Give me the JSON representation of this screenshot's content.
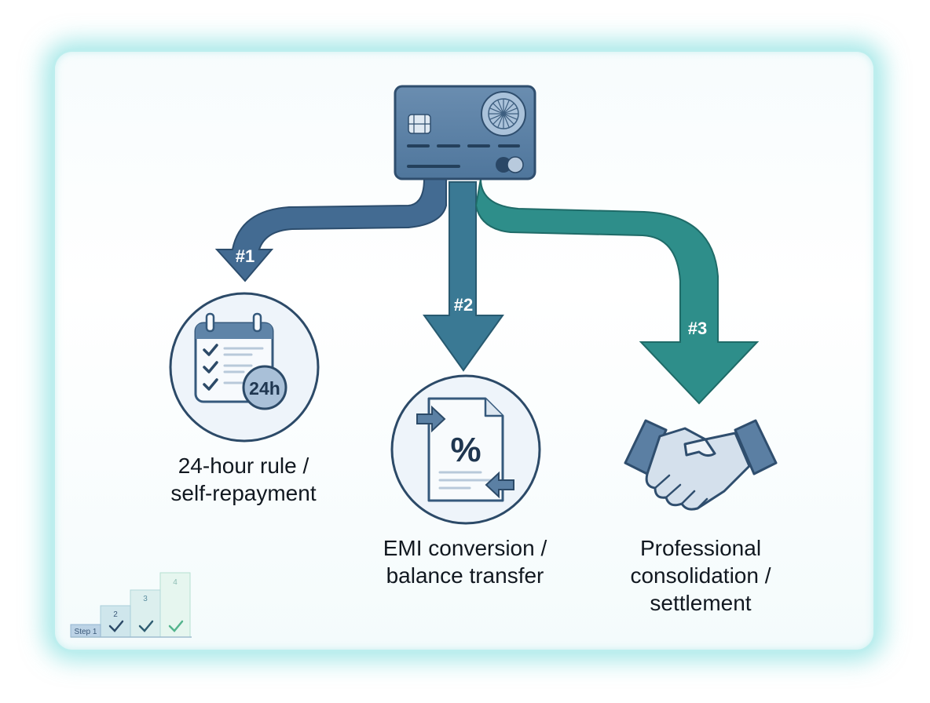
{
  "steps": [
    {
      "number": "#1",
      "label_line1": "24-hour rule /",
      "label_line2": "self-repayment",
      "badge": "24h",
      "icon": "calendar-checklist-icon"
    },
    {
      "number": "#2",
      "label_line1": "EMI conversion /",
      "label_line2": "balance transfer",
      "badge": "%",
      "icon": "percent-document-icon"
    },
    {
      "number": "#3",
      "label_line1": "Professional",
      "label_line2": "consolidation /",
      "label_line3": "settlement",
      "icon": "handshake-icon"
    }
  ],
  "source_icon": "credit-card-icon",
  "staircase": {
    "step1": "Step 1",
    "step2": "2",
    "step3": "3",
    "step4": "4"
  },
  "colors": {
    "arrow_left": "#3f6e96",
    "arrow_mid": "#3a7b97",
    "arrow_right": "#2f8f8e",
    "icon_fill": "#5a7fa3",
    "icon_stroke": "#2f4e6e",
    "circle_bg": "#eef4fa"
  }
}
